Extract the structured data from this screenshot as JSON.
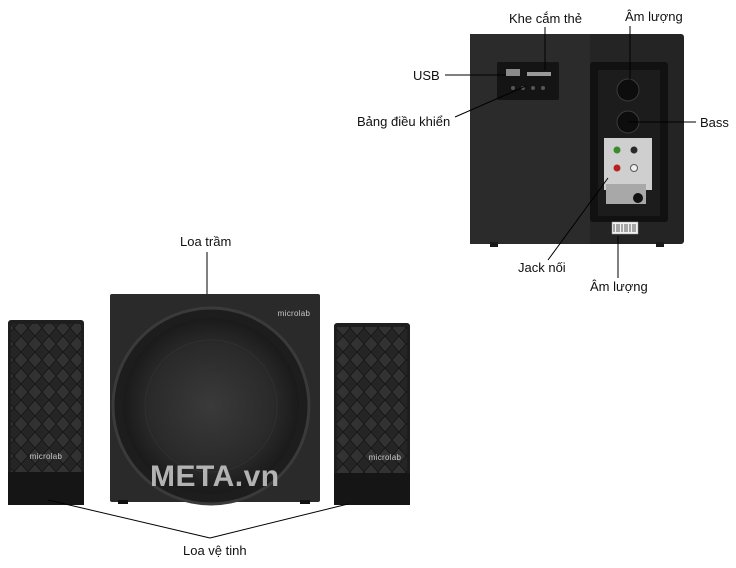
{
  "labels": {
    "card_slot": "Khe cắm thẻ",
    "volume_top": "Âm lượng",
    "usb": "USB",
    "bass": "Bass",
    "control_panel": "Bảng điều khiển",
    "jack": "Jack nối",
    "volume_bottom": "Âm lượng",
    "subwoofer": "Loa trầm",
    "satellite": "Loa vệ tinh"
  },
  "brand": "microlab",
  "watermark": "META.vn",
  "colors": {
    "cabinet": "#2a2a2a",
    "cabinet_dark": "#1b1b1b",
    "leader_line": "#000000"
  }
}
